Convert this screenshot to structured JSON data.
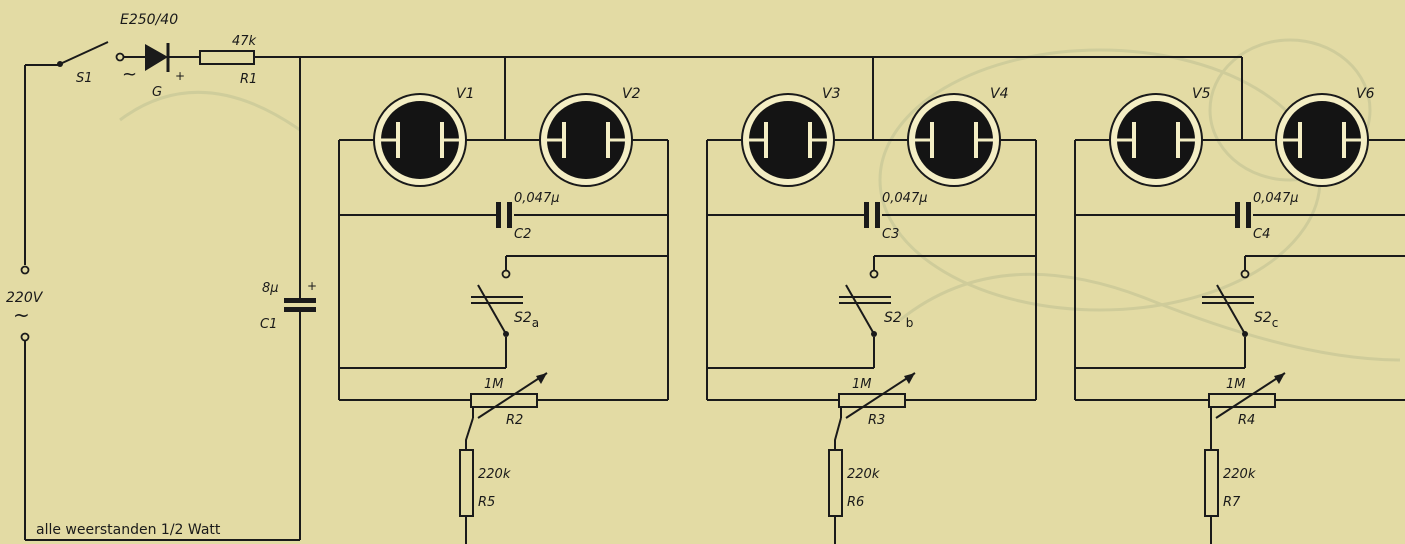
{
  "supply": {
    "voltage": "220V",
    "ac_symbol": "~"
  },
  "switch_s1": {
    "label": "S1",
    "ac_symbol": "~"
  },
  "rectifier": {
    "type": "E250/40",
    "label": "G",
    "plus": "+"
  },
  "resistor_r1": {
    "value": "47k",
    "label": "R1"
  },
  "capacitor_c1": {
    "value": "8μ",
    "label": "C1",
    "plus": "+"
  },
  "tubes": [
    "V1",
    "V2",
    "V3",
    "V4",
    "V5",
    "V6"
  ],
  "stages": [
    {
      "cap_value": "0,047μ",
      "cap_label": "C2",
      "switch_label": "S2",
      "switch_sub": "a",
      "pot_value": "1M",
      "pot_label": "R2",
      "res_value": "220k",
      "res_label": "R5"
    },
    {
      "cap_value": "0,047μ",
      "cap_label": "C3",
      "switch_label": "S2",
      "switch_sub": "b",
      "pot_value": "1M",
      "pot_label": "R3",
      "res_value": "220k",
      "res_label": "R6"
    },
    {
      "cap_value": "0,047μ",
      "cap_label": "C4",
      "switch_label": "S2",
      "switch_sub": "c",
      "pot_value": "1M",
      "pot_label": "R4",
      "res_value": "220k",
      "res_label": "R7"
    }
  ],
  "note": "alle  weerstanden 1/2 Watt",
  "colors": {
    "background": "#e3dba4",
    "ink": "#1a1a1a",
    "tube_fill": "#141414",
    "tube_ring": "#f4eec4"
  }
}
